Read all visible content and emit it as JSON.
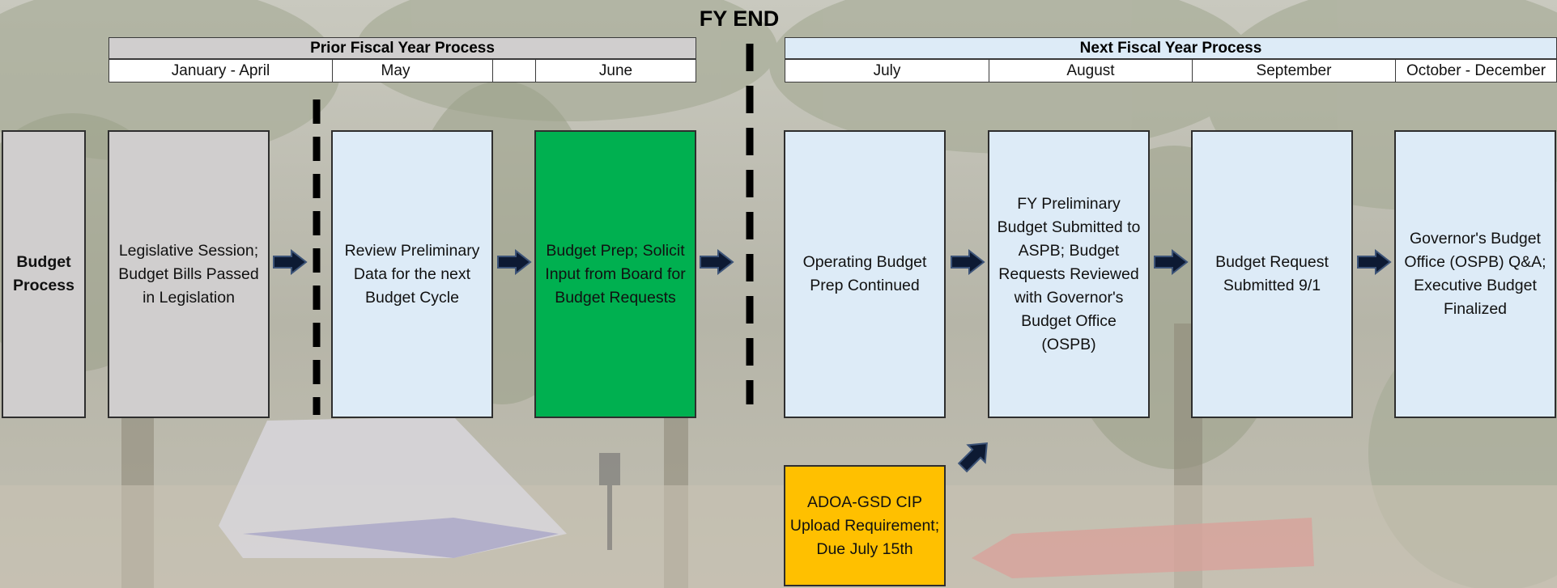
{
  "diagram": {
    "title": "FY END",
    "prior_header": "Prior Fiscal Year Process",
    "next_header": "Next Fiscal Year Process",
    "months": [
      "January - April",
      "May",
      "June",
      "July",
      "August",
      "September",
      "October - December"
    ],
    "row_label": "Budget Process",
    "steps": [
      {
        "text": "Legislative Session; Budget Bills Passed in Legislation",
        "color": "#d0cece"
      },
      {
        "text": "Review Preliminary Data for the next Budget Cycle",
        "color": "#ddebf7"
      },
      {
        "text": "Budget Prep; Solicit Input from Board for Budget Requests",
        "color": "#00b050"
      },
      {
        "text": "Operating Budget Prep Continued",
        "color": "#ddebf7"
      },
      {
        "text": "FY Preliminary Budget Submitted to ASPB; Budget Requests Reviewed with Governor's Budget Office (OSPB)",
        "color": "#ddebf7"
      },
      {
        "text": "Budget Request Submitted 9/1",
        "color": "#ddebf7"
      },
      {
        "text": "Governor's Budget Office (OSPB) Q&A; Executive Budget Finalized",
        "color": "#ddebf7"
      }
    ],
    "side_note": {
      "text": "ADOA-GSD CIP Upload Requirement; Due July 15th",
      "color": "#ffc000"
    }
  }
}
